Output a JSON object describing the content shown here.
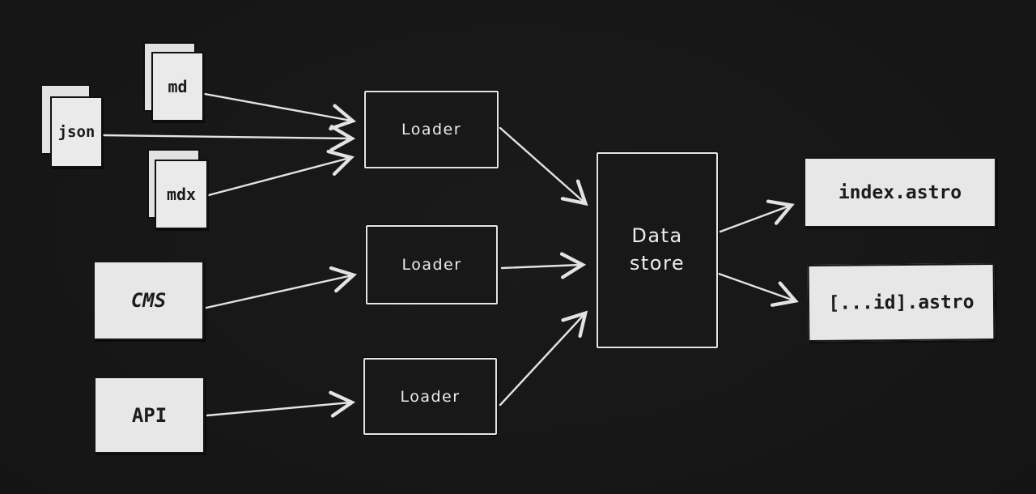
{
  "diagram_type": "flow-diagram",
  "colors": {
    "background": "#161616",
    "stroke": "#e3e3e3",
    "node_fill_light": "#e7e7e7",
    "node_fill_dark": "#181818",
    "text_on_light": "#1b1b1b",
    "text_on_dark": "#ececec"
  },
  "nodes": {
    "md": {
      "label": "md",
      "kind": "document-stack"
    },
    "json": {
      "label": "json",
      "kind": "document-stack"
    },
    "mdx": {
      "label": "mdx",
      "kind": "document-stack"
    },
    "cms": {
      "label": "CMS",
      "kind": "source-box"
    },
    "api": {
      "label": "API",
      "kind": "source-box"
    },
    "loader_1": {
      "label": "Loader",
      "kind": "process-box"
    },
    "loader_2": {
      "label": "Loader",
      "kind": "process-box"
    },
    "loader_3": {
      "label": "Loader",
      "kind": "process-box"
    },
    "data_store": {
      "label": "Data store",
      "kind": "store-box"
    },
    "index_astro": {
      "label": "index.astro",
      "kind": "output-box"
    },
    "id_astro": {
      "label": "[...id].astro",
      "kind": "output-box"
    }
  },
  "edges": [
    {
      "from": "md",
      "to": "loader_1"
    },
    {
      "from": "json",
      "to": "loader_1"
    },
    {
      "from": "mdx",
      "to": "loader_1"
    },
    {
      "from": "cms",
      "to": "loader_2"
    },
    {
      "from": "api",
      "to": "loader_3"
    },
    {
      "from": "loader_1",
      "to": "data_store"
    },
    {
      "from": "loader_2",
      "to": "data_store"
    },
    {
      "from": "loader_3",
      "to": "data_store"
    },
    {
      "from": "data_store",
      "to": "index_astro"
    },
    {
      "from": "data_store",
      "to": "id_astro"
    }
  ]
}
